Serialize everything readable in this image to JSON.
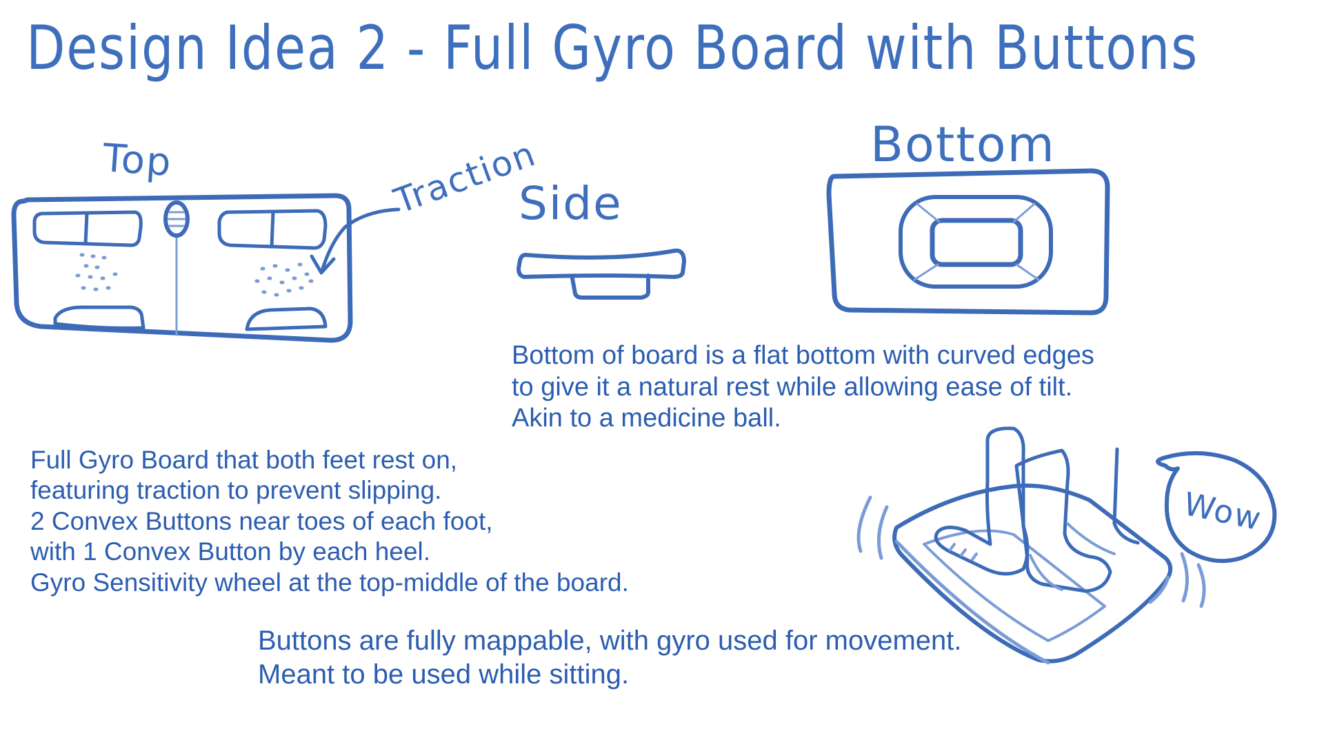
{
  "title": "Design Idea 2 - Full Gyro Board with Buttons",
  "labels": {
    "top": "Top",
    "traction": "Traction",
    "side": "Side",
    "bottom": "Bottom",
    "wow": "Wow"
  },
  "notes": {
    "bottom_lines": [
      "Bottom of board is a flat bottom with curved edges",
      "to give it a natural rest while allowing ease of tilt.",
      "Akin to a medicine ball."
    ],
    "board_lines": [
      "Full Gyro Board that both feet rest on,",
      "featuring traction to prevent slipping.",
      "2 Convex Buttons near toes of each foot,",
      "with 1 Convex Button by each heel.",
      "Gyro Sensitivity wheel at the top-middle of the board."
    ],
    "buttons_lines": [
      "Buttons are fully mappable, with gyro used for movement.",
      "Meant to be used while sitting."
    ]
  },
  "colors": {
    "ink": "#3d6bb8",
    "ink_light": "#7a9cd6",
    "text": "#2b5db0",
    "background": "#ffffff"
  }
}
